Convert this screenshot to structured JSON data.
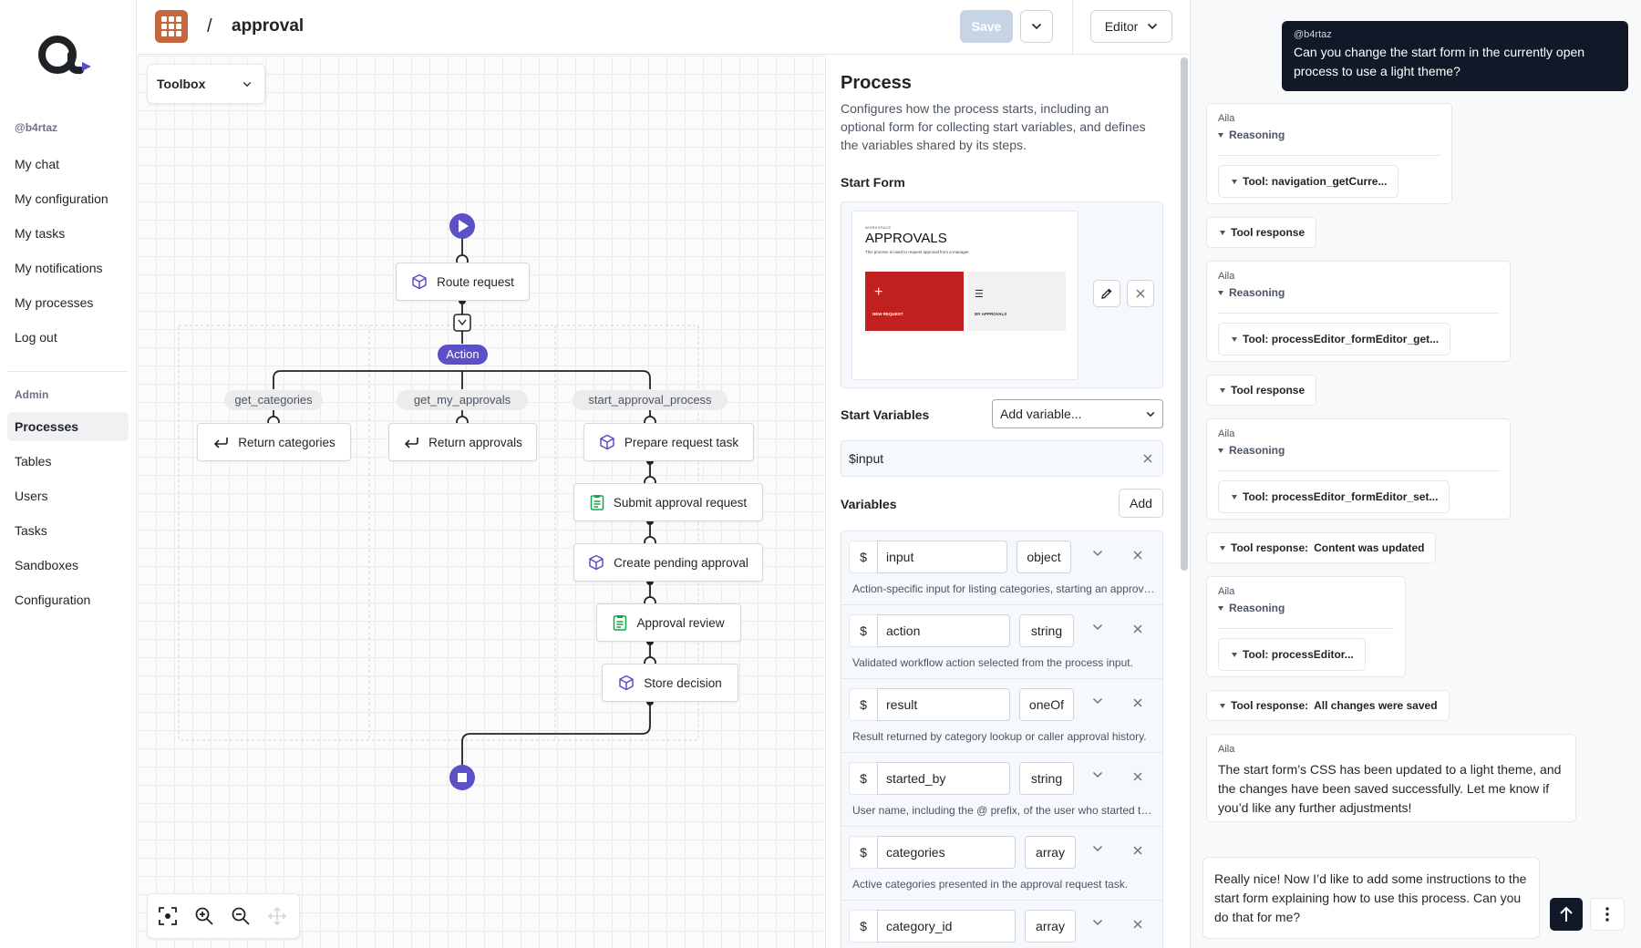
{
  "sidebar": {
    "username": "@b4rtaz",
    "user_items": [
      "My chat",
      "My configuration",
      "My tasks",
      "My notifications",
      "My processes",
      "Log out"
    ],
    "admin_label": "Admin",
    "admin_items": [
      "Processes",
      "Tables",
      "Users",
      "Tasks",
      "Sandboxes",
      "Configuration"
    ],
    "active_item": "Processes"
  },
  "header": {
    "separator": "/",
    "title": "approval",
    "save_label": "Save",
    "editor_label": "Editor"
  },
  "canvas": {
    "toolbox_label": "Toolbox",
    "nodes": {
      "route_request": "Route request",
      "return_categories": "Return categories",
      "return_approvals": "Return approvals",
      "prepare_request_task": "Prepare request task",
      "submit_approval_request": "Submit approval request",
      "create_pending_approval": "Create pending approval",
      "approval_review": "Approval review",
      "store_decision": "Store decision"
    },
    "action_label": "Action",
    "branches": [
      "get_categories",
      "get_my_approvals",
      "start_approval_process"
    ]
  },
  "panel": {
    "title": "Process",
    "description": "Configures how the process starts, including an optional form for collecting start variables, and defines the variables shared by its steps.",
    "start_form_label": "Start Form",
    "preview": {
      "workspace": "WORKSPACE",
      "title": "APPROVALS",
      "subtitle": "This process is used to request approval from a manager.",
      "tile_new": "NEW REQUEST",
      "tile_mine": "MY APPROVALS"
    },
    "start_variables_label": "Start Variables",
    "add_variable_placeholder": "Add variable...",
    "start_variable": "$input",
    "variables_label": "Variables",
    "add_label": "Add",
    "dollar": "$",
    "variables": [
      {
        "name": "input",
        "type": "object",
        "description": "Action-specific input for listing categories, starting an approval request, or listing own approvals."
      },
      {
        "name": "action",
        "type": "string",
        "description": "Validated workflow action selected from the process input."
      },
      {
        "name": "result",
        "type": "oneOf",
        "description": "Result returned by category lookup or caller approval history."
      },
      {
        "name": "started_by",
        "type": "string",
        "description": "User name, including the @ prefix, of the user who started the process."
      },
      {
        "name": "categories",
        "type": "array",
        "description": "Active categories presented in the approval request task."
      },
      {
        "name": "category_id",
        "type": "array",
        "description": ""
      }
    ]
  },
  "chat": {
    "user_message": {
      "author": "@b4rtaz",
      "text": "Can you change the start form in the currently open process to use a light theme?"
    },
    "assistant_name": "Aila",
    "reasoning_label": "Reasoning",
    "tool_calls": [
      "Tool: navigation_getCurre...",
      "Tool: processEditor_formEditor_get...",
      "Tool: processEditor_formEditor_set...",
      "Tool: processEditor..."
    ],
    "tool_responses": [
      {
        "label": "Tool response",
        "detail": ""
      },
      {
        "label": "Tool response",
        "detail": ""
      },
      {
        "label": "Tool response:",
        "detail": "Content was updated"
      },
      {
        "label": "Tool response:",
        "detail": "All changes were saved"
      }
    ],
    "final_message": "The start form’s CSS has been updated to a light theme, and the changes have been saved successfully. Let me know if you’d like any further adjustments!",
    "input_value": "Really nice! Now I’d like to add some instructions to the start form explaining how to use this process. Can you do that for me?"
  },
  "colors": {
    "accent": "#5b50c8",
    "app_icon": "#c2683e",
    "dark": "#111827",
    "form_red": "#c0201e"
  },
  "icons": [
    "logo",
    "grid-icon",
    "chevron-down-icon",
    "play-icon",
    "stop-icon",
    "cube-icon",
    "return-icon",
    "form-icon",
    "fit-view-icon",
    "zoom-in-icon",
    "zoom-out-icon",
    "move-icon",
    "pencil-icon",
    "close-icon",
    "arrow-up-icon",
    "kebab-icon"
  ]
}
